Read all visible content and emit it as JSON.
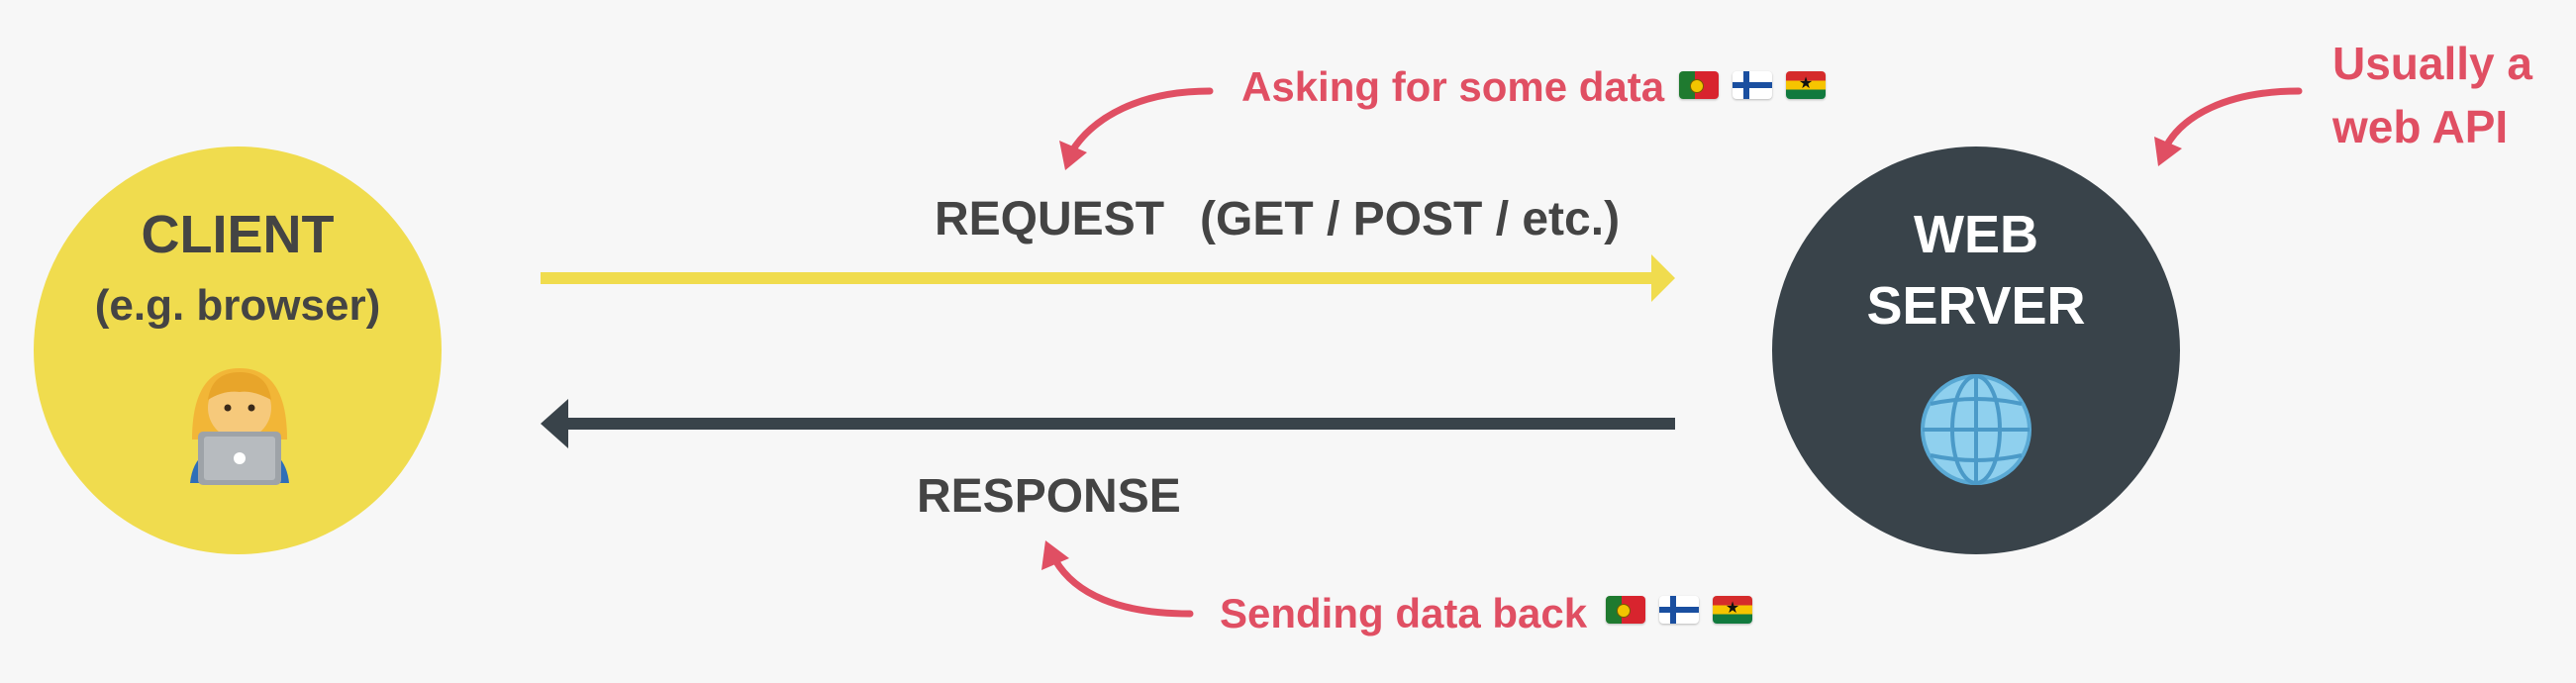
{
  "client": {
    "title": "CLIENT",
    "subtitle": "(e.g. browser)",
    "icon": "technologist-laptop-icon"
  },
  "server": {
    "title_line1": "WEB",
    "title_line2": "SERVER",
    "icon": "globe-icon"
  },
  "request": {
    "label": "REQUEST",
    "methods": "(GET / POST / etc.)",
    "arrow_direction": "client-to-server"
  },
  "response": {
    "label": "RESPONSE",
    "arrow_direction": "server-to-client"
  },
  "annotations": {
    "asking": "Asking for some data",
    "sending": "Sending data back",
    "api_line1": "Usually a",
    "api_line2": "web API",
    "flags": [
      "portugal-flag-icon",
      "finland-flag-icon",
      "ghana-flag-icon"
    ]
  },
  "colors": {
    "background": "#f7f7f7",
    "client_circle": "#f0dc4e",
    "server_circle": "#39434a",
    "request_arrow": "#f0dc4e",
    "response_arrow": "#39434a",
    "annotation": "#e04f63",
    "text_dark": "#444444",
    "text_light": "#ffffff"
  }
}
